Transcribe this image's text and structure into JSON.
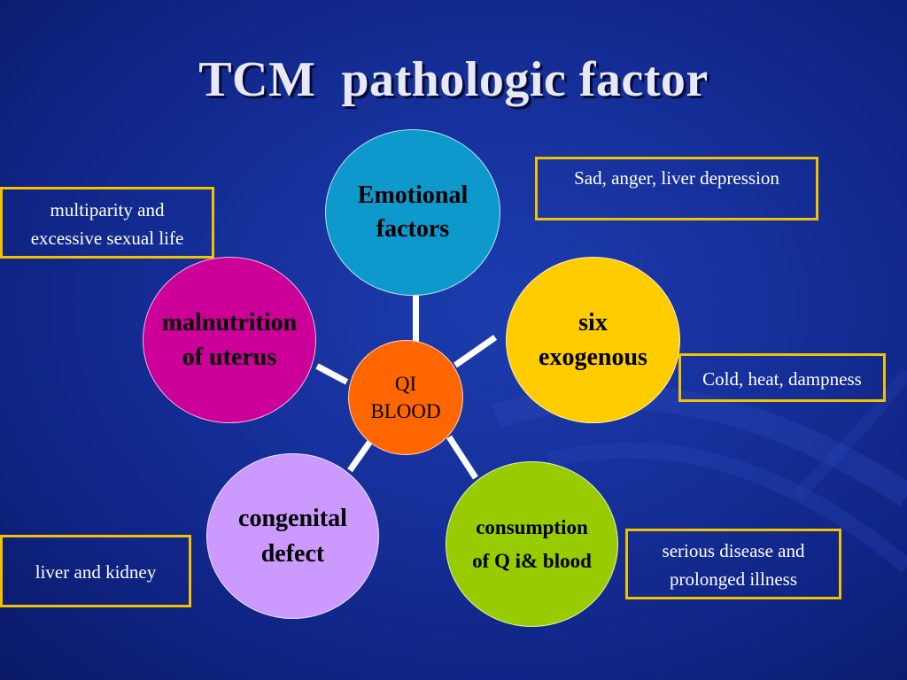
{
  "slide": {
    "title": "TCM  pathologic factor"
  },
  "center": {
    "line1": "QI",
    "line2": "BLOOD",
    "color": "#ff6600"
  },
  "nodes": {
    "emotional": {
      "line1": "Emotional",
      "line2": "factors",
      "color": "#0e99cc"
    },
    "six_exogenous": {
      "line1": "six",
      "line2": "exogenous",
      "color": "#ffcc00"
    },
    "consumption": {
      "line1": "consumption",
      "line2": "of Q i& blood",
      "color": "#99cc00"
    },
    "congenital": {
      "line1": "congenital",
      "line2": "defect",
      "color": "#cc99ff"
    },
    "malnutrition": {
      "line1": "malnutrition",
      "line2": "of uterus",
      "color": "#cc0099"
    }
  },
  "notes": {
    "emotional": {
      "line1": "Sad, anger, liver depression"
    },
    "six_exogenous": {
      "line1": "Cold, heat, dampness"
    },
    "consumption": {
      "line1": "serious disease and",
      "line2": "prolonged illness"
    },
    "congenital": {
      "line1": "liver and kidney"
    },
    "malnutrition": {
      "line1": "multiparity and",
      "line2": "excessive sexual life"
    }
  },
  "colors": {
    "note_border": "#f2c200",
    "connector": "#ffffff",
    "background": "#16309a"
  }
}
